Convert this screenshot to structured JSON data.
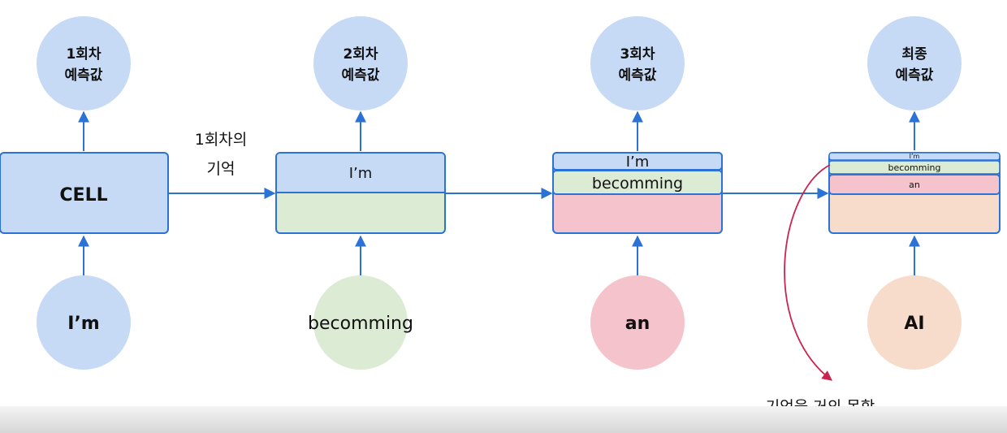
{
  "colors": {
    "blue_fill": "#c6d9f5",
    "blue_border": "#2b72d6",
    "green_fill": "#dcebd3",
    "pink_fill": "#f5c3cb",
    "peach_fill": "#f8dccb",
    "arrow": "#2b72d6",
    "curve": "#c9254f"
  },
  "steps": [
    {
      "output": [
        "1회차",
        "예측값"
      ],
      "input": "I’m",
      "cell_label": "CELL",
      "memory": []
    },
    {
      "output": [
        "2회차",
        "예측값"
      ],
      "input": "becomming",
      "cell_label": "",
      "memory": [
        "I’m"
      ]
    },
    {
      "output": [
        "3회차",
        "예측값"
      ],
      "input": "an",
      "cell_label": "",
      "memory": [
        "I’m",
        "becomming"
      ]
    },
    {
      "output": [
        "최종",
        "예측값"
      ],
      "input": "AI",
      "cell_label": "",
      "memory": [
        "I’m",
        "becomming",
        "an"
      ]
    }
  ],
  "memory_label": [
    "1회차의",
    "기억"
  ],
  "note": "기억을 거의 못함"
}
